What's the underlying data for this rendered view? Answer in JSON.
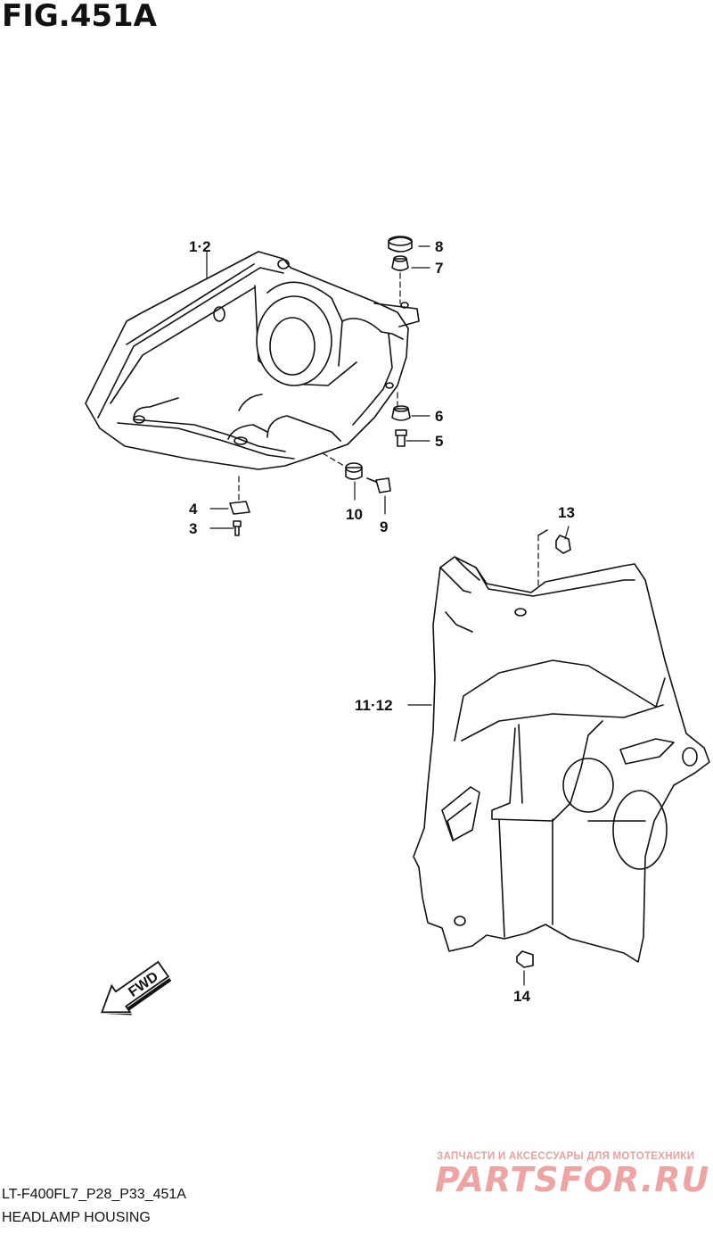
{
  "figure": {
    "title": "FIG.451A",
    "code": "LT-F400FL7_P28_P33_451A",
    "name": "HEADLAMP HOUSING"
  },
  "callouts": {
    "c1_2": "1·2",
    "c3": "3",
    "c4": "4",
    "c5": "5",
    "c6": "6",
    "c7": "7",
    "c8": "8",
    "c9": "9",
    "c10": "10",
    "c11_12": "11·12",
    "c13": "13",
    "c14": "14"
  },
  "direction_arrow": {
    "label": "FWD"
  },
  "watermark": {
    "subtitle": "ЗАПЧАСТИ И АКСЕССУАРЫ ДЛЯ МОТОТЕХНИКИ",
    "logo": "PARTSFOR.RU"
  }
}
